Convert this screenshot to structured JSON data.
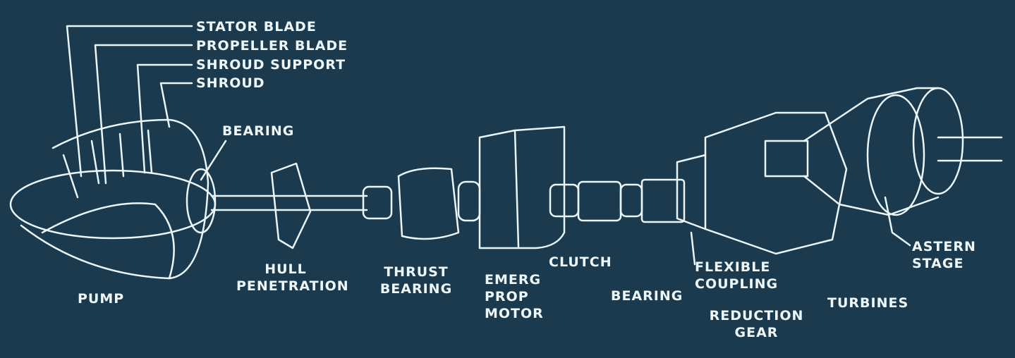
{
  "labels": {
    "stator_blade": "STATOR BLADE",
    "propeller_blade": "PROPELLER BLADE",
    "shroud_support": "SHROUD SUPPORT",
    "shroud": "SHROUD",
    "bearing_pump": "BEARING",
    "pump": "PUMP",
    "hull_penetration": [
      "HULL",
      "PENETRATION"
    ],
    "thrust_bearing": [
      "THRUST",
      "BEARING"
    ],
    "emerg_prop_motor": [
      "EMERG",
      "PROP",
      "MOTOR"
    ],
    "clutch": "CLUTCH",
    "bearing": "BEARING",
    "flexible_coupling": [
      "FLEXIBLE",
      "COUPLING"
    ],
    "reduction_gear": [
      "REDUCTION",
      "GEAR"
    ],
    "turbines": "TURBINES",
    "astern_stage": [
      "ASTERN",
      "STAGE"
    ]
  },
  "colors": {
    "background": "#1b3a4d",
    "line": "#eaf6fa"
  }
}
